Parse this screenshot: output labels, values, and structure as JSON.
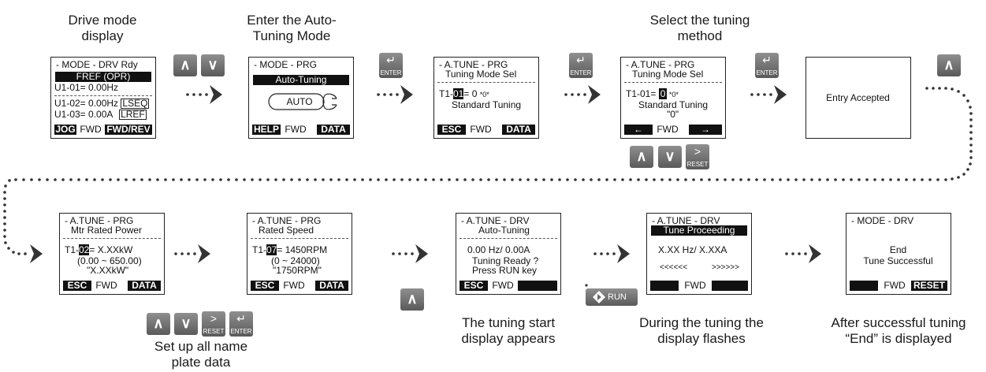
{
  "captions": {
    "drive_mode": [
      "Drive mode",
      "display"
    ],
    "enter_autotune": [
      "Enter the Auto-",
      "Tuning Mode"
    ],
    "select_method": [
      "Select the tuning",
      "method"
    ],
    "set_nameplate": [
      "Set up all name",
      "plate data"
    ],
    "tuning_start": [
      "The tuning start",
      "display appears"
    ],
    "during_tuning": [
      "During the tuning the",
      "display flashes"
    ],
    "after_success": [
      "After successful tuning",
      "“End” is displayed"
    ]
  },
  "keys": {
    "up": "∧",
    "down": "∨",
    "enter": "ENTER",
    "reset": "RESET",
    "run": "RUN"
  },
  "screens": {
    "s1": {
      "header": "- MODE -   DRV  Rdy",
      "bar": "FREF (OPR)",
      "l1": "U1-01=  0.00Hz",
      "l2": "U1-02=  0.00Hz",
      "l2_box": "LSEQ",
      "l3": "U1-03=  0.00A",
      "l3_box": "LREF",
      "soft": [
        "JOG",
        "FWD",
        "FWD/REV"
      ]
    },
    "s2": {
      "header": "- MODE -    PRG",
      "bar": "Auto-Tuning",
      "pill": "AUTO",
      "soft": [
        "HELP",
        "FWD",
        "DATA"
      ]
    },
    "s3": {
      "header": "- A.TUNE - PRG",
      "title": "Tuning Mode Sel",
      "param_a": "T1-",
      "param_hl": "01",
      "param_b": "= 0 ",
      "param_tag": "*0*",
      "desc": "Standard Tuning",
      "soft": [
        "ESC",
        "FWD",
        "DATA"
      ]
    },
    "s4": {
      "header": "- A.TUNE - PRG",
      "title": "Tuning Mode Sel",
      "param_a": "T1-01= ",
      "param_hl": "0",
      "param_tag": " *0*",
      "desc": "Standard Tuning",
      "desc2": "\"0\"",
      "soft": [
        "←",
        "FWD",
        "→"
      ]
    },
    "s5": {
      "text": "Entry Accepted"
    },
    "s6": {
      "header": "- A.TUNE - PRG",
      "title": "Mtr Rated Power",
      "param_a": "T1-",
      "param_hl": "02",
      "param_b": "=  X.XXkW",
      "range": "(0.00 ~ 650.00)",
      "default": "\"X.XXkW\"",
      "soft": [
        "ESC",
        "FWD",
        "DATA"
      ]
    },
    "s7": {
      "header": "- A.TUNE - PRG",
      "title": "Rated Speed",
      "param_a": "T1-",
      "param_hl": "07",
      "param_b": "=  1450RPM",
      "range": "(0 ~ 24000)",
      "default": "\"1750RPM\"",
      "soft": [
        "ESC",
        "FWD",
        "DATA"
      ]
    },
    "s8": {
      "header": "- A.TUNE - DRV",
      "title": "Auto-Tuning",
      "l1": "0.00 Hz/  0.00A",
      "l2": "Tuning Ready ?",
      "l3": "Press RUN key",
      "soft": [
        "ESC",
        "FWD",
        ""
      ]
    },
    "s9": {
      "header": "- A.TUNE - DRV",
      "bar": "Tune Proceeding",
      "l1": "X.XX Hz/  X.XXA",
      "left_arrows": "<<<<<<",
      "right_arrows": ">>>>>>",
      "soft": [
        "",
        "FWD",
        ""
      ]
    },
    "s10": {
      "header": "- MODE -    DRV",
      "l1": "End",
      "l2": "Tune Successful",
      "soft": [
        "",
        "FWD",
        "RESET"
      ]
    }
  }
}
